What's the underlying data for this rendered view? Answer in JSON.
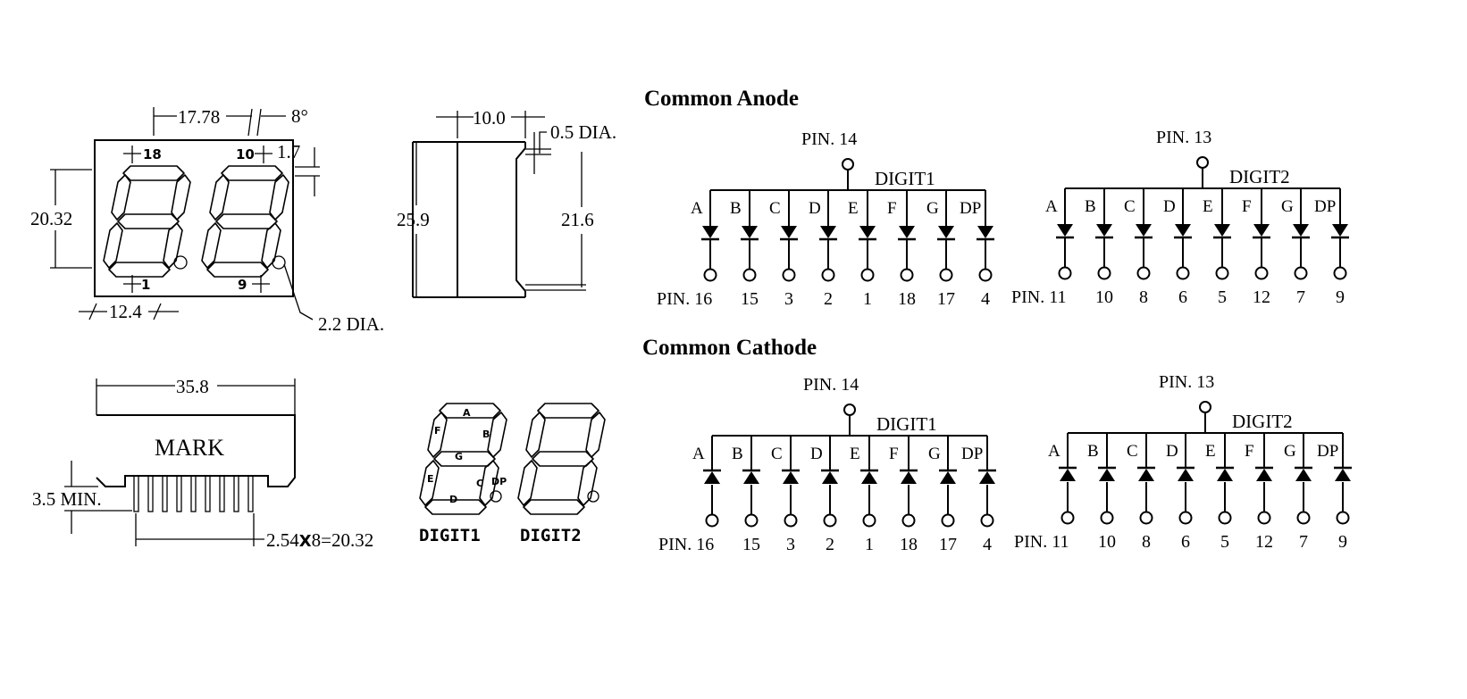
{
  "front_view": {
    "width_spacing": "17.78",
    "angle": "8°",
    "offset": "1.7",
    "height": "20.32",
    "digit_width": "12.4",
    "dp_hole": "2.2 DIA.",
    "pin_marks": {
      "top_left": "18",
      "top_right": "10",
      "bottom_left": "1",
      "bottom_right": "9"
    }
  },
  "side_view": {
    "depth": "10.0",
    "pin_dia": "0.5 DIA.",
    "height": "25.9",
    "pin_span": "21.6"
  },
  "bottom_view": {
    "length": "35.8",
    "mark_label": "MARK",
    "pin_length": "3.5 MIN.",
    "pitch_label": "2.54",
    "pitch_times": "X",
    "pitch_total": "8=20.32"
  },
  "segment_diagram": {
    "segments": [
      "A",
      "B",
      "C",
      "D",
      "E",
      "F",
      "G"
    ],
    "dp_label": "DP",
    "digit1_label": "DIGIT1",
    "digit2_label": "DIGIT2"
  },
  "schematics": {
    "anode_title": "Common  Anode",
    "cathode_title": "Common Cathode",
    "segment_labels": [
      "A",
      "B",
      "C",
      "D",
      "E",
      "F",
      "G",
      "DP"
    ],
    "digit1": {
      "name": "DIGIT1",
      "common_pin": "PIN. 14",
      "pins_prefix": "PIN. 16",
      "pins": [
        "15",
        "3",
        "2",
        "1",
        "18",
        "17",
        "4"
      ]
    },
    "digit2": {
      "name": "DIGIT2",
      "common_pin": "PIN. 13",
      "pins_prefix": "PIN. 11",
      "pins": [
        "10",
        "8",
        "6",
        "5",
        "12",
        "7",
        "9"
      ]
    }
  }
}
